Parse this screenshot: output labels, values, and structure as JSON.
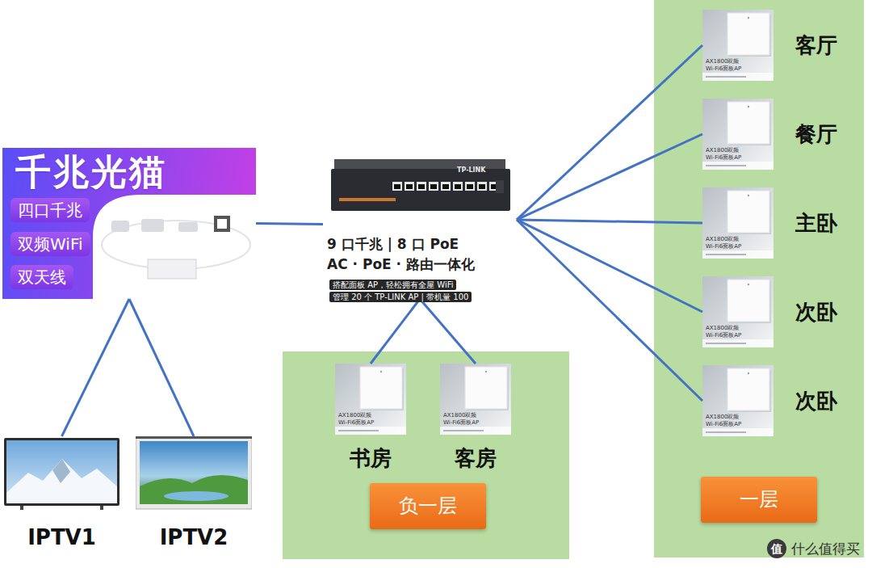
{
  "diagram": {
    "nodes": [
      {
        "text": [
          "千兆光猫",
          "四口千兆",
          "双频WiFi",
          "双天线"
        ]
      },
      {
        "text": [
          "IPTV1"
        ]
      },
      {
        "text": [
          "IPTV2"
        ]
      },
      {
        "text": [
          "9 口千兆 | 8 口 PoE",
          "AC · PoE · 路由一体化",
          "搭配面板 AP，轻松拥有全屋 WiFi",
          "管理 20 个 TP-LINK AP | 带机量 100"
        ]
      },
      {
        "text": [
          "负一层"
        ]
      },
      {
        "text": [
          "AX1800双频 Wi-Fi6面板AP",
          "书房"
        ],
        "in": 4
      },
      {
        "text": [
          "AX1800双频 Wi-Fi6面板AP",
          "客房"
        ],
        "in": 4
      },
      {
        "text": [
          "一层"
        ]
      },
      {
        "text": [
          "AX1800双频 Wi-Fi6面板AP",
          "客厅"
        ],
        "in": 7
      },
      {
        "text": [
          "AX1800双频 Wi-Fi6面板AP",
          "餐厅"
        ],
        "in": 7
      },
      {
        "text": [
          "AX1800双频 Wi-Fi6面板AP",
          "主卧"
        ],
        "in": 7
      },
      {
        "text": [
          "AX1800双频 Wi-Fi6面板AP",
          "次卧"
        ],
        "in": 7
      },
      {
        "text": [
          "AX1800双频 Wi-Fi6面板AP",
          "次卧"
        ],
        "in": 7
      }
    ],
    "edges": [
      {
        "from": 0,
        "to": 1,
        "arrow": "none"
      },
      {
        "from": 0,
        "to": 2,
        "arrow": "none"
      },
      {
        "from": 0,
        "to": 3,
        "arrow": "none"
      },
      {
        "from": 3,
        "to": 5,
        "arrow": "none"
      },
      {
        "from": 3,
        "to": 6,
        "arrow": "none"
      },
      {
        "from": 3,
        "to": 8,
        "arrow": "none"
      },
      {
        "from": 3,
        "to": 9,
        "arrow": "none"
      },
      {
        "from": 3,
        "to": 10,
        "arrow": "none"
      },
      {
        "from": 3,
        "to": 11,
        "arrow": "none"
      },
      {
        "from": 3,
        "to": 12,
        "arrow": "none"
      }
    ],
    "labels": [
      "TP-LINK",
      "值",
      "什么值得买"
    ]
  }
}
